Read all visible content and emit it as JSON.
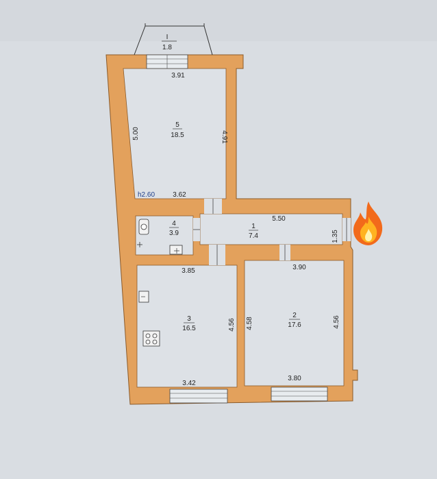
{
  "plan": {
    "balcony": {
      "number": "I",
      "area": "1.8"
    },
    "room5": {
      "number": "5",
      "area": "18.5",
      "dim_top": "3.91",
      "dim_left": "5.00",
      "dim_right": "4.91",
      "dim_bottom": "3.62"
    },
    "height": "h2.60",
    "room4": {
      "number": "4",
      "area": "3.9"
    },
    "room1": {
      "number": "1",
      "area": "7.4",
      "dim_top": "5.50",
      "dim_right": "1.35"
    },
    "room3": {
      "number": "3",
      "area": "16.5",
      "dim_top": "3.85",
      "dim_right": "4.56",
      "dim_bottom": "3.42"
    },
    "room2": {
      "number": "2",
      "area": "17.6",
      "dim_top": "3.90",
      "dim_left": "4.58",
      "dim_right": "4.56",
      "dim_bottom": "3.80"
    }
  },
  "colors": {
    "wall": "#e3a15c",
    "wall_edge": "#8a5a2a",
    "paper": "#d9dde2",
    "room": "#dde1e6"
  },
  "icons": {
    "flame": "fire-emoji-icon",
    "toilet": "toilet-icon",
    "stove": "stove-icon",
    "sink": "sink-icon"
  }
}
